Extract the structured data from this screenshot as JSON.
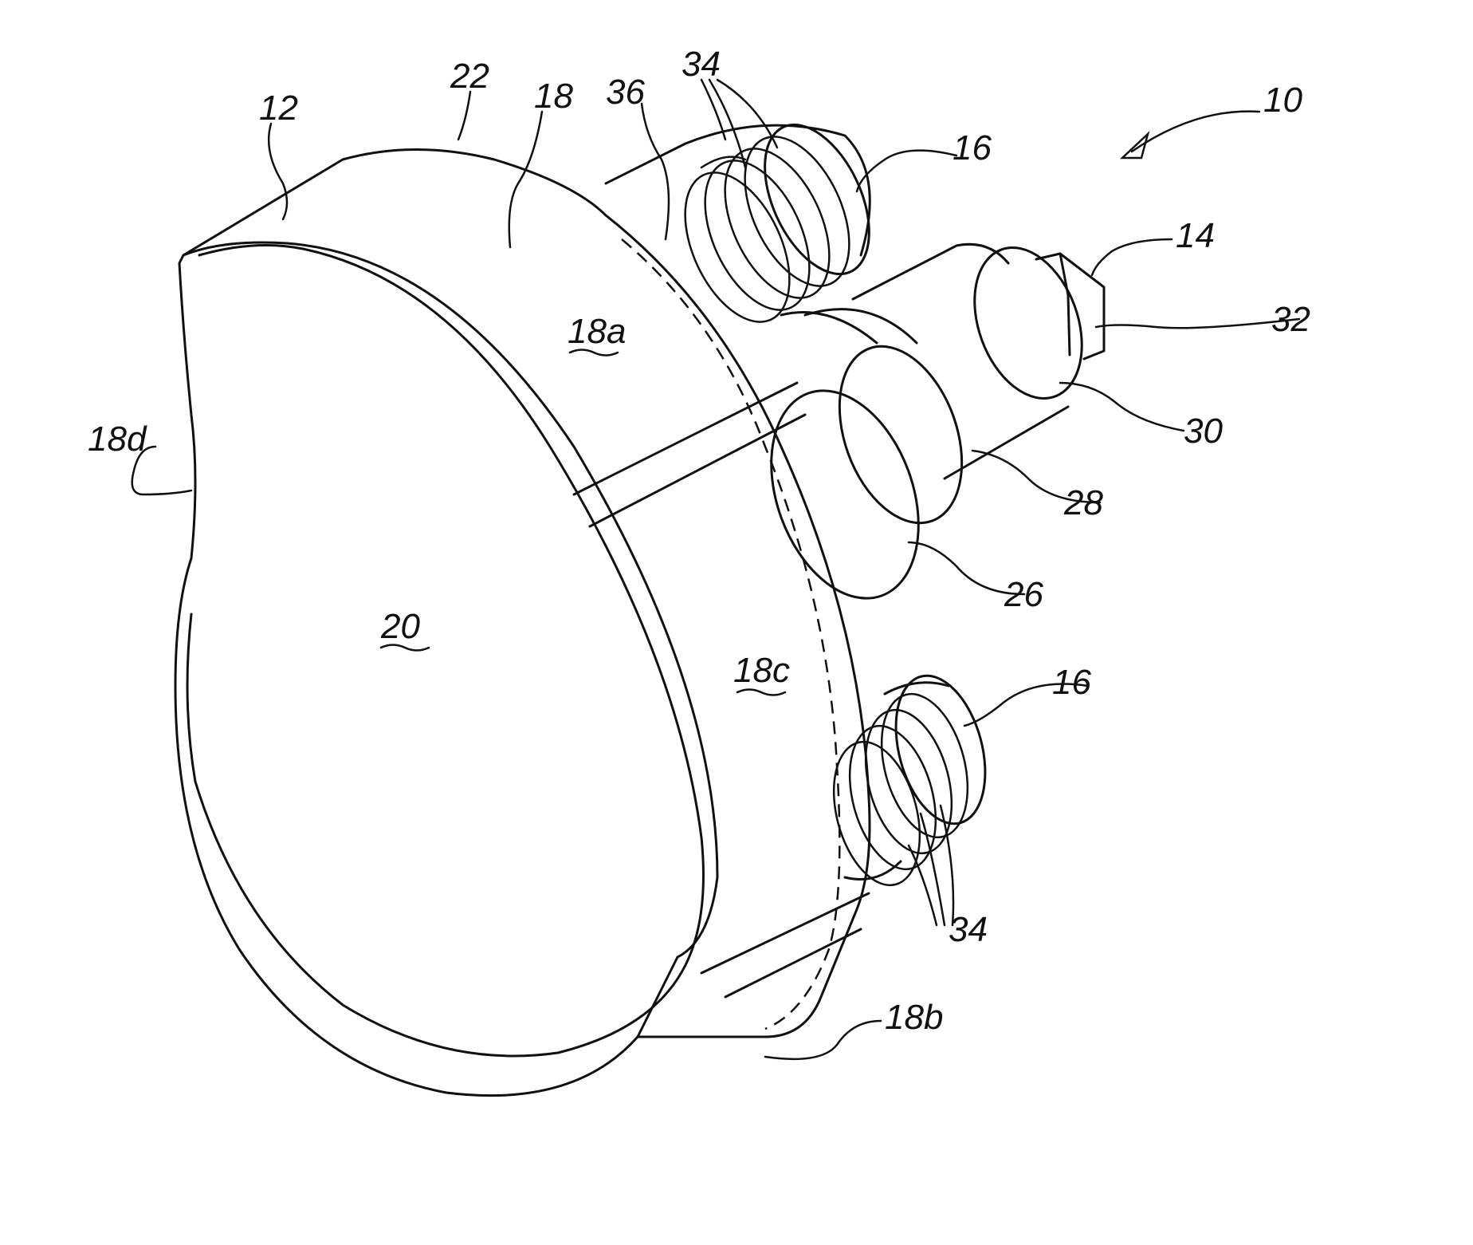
{
  "labels": {
    "l10": "10",
    "l12": "12",
    "l22": "22",
    "l18": "18",
    "l36": "36",
    "l34_top": "34",
    "l16_top": "16",
    "l14": "14",
    "l32": "32",
    "l30": "30",
    "l28": "28",
    "l26": "26",
    "l18a": "18a",
    "l18d": "18d",
    "l20": "20",
    "l18c": "18c",
    "l16_bottom": "16",
    "l34_bottom": "34",
    "l18b": "18b"
  }
}
